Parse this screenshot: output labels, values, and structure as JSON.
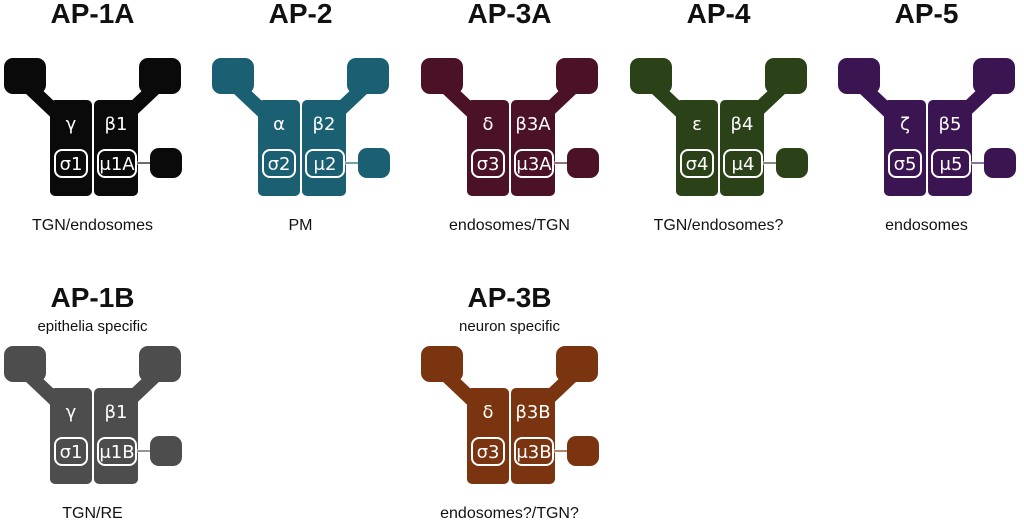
{
  "colors": {
    "black": "#0a0a0a",
    "teal": "#1b5f72",
    "maroon": "#4a1127",
    "olive": "#2b4219",
    "purple": "#3b1552",
    "gray": "#4d4d4d",
    "rust": "#7a3410",
    "outline": "#ffffff"
  },
  "complexes": [
    {
      "id": "ap1a",
      "name": "AP-1A",
      "large": "γ",
      "beta": "β1",
      "small": "σ1",
      "medium": "μ1A",
      "location": "TGN/endosomes",
      "color": "#0a0a0a"
    },
    {
      "id": "ap2",
      "name": "AP-2",
      "large": "α",
      "beta": "β2",
      "small": "σ2",
      "medium": "μ2",
      "location": "PM",
      "color": "#1b5f72"
    },
    {
      "id": "ap3a",
      "name": "AP-3A",
      "large": "δ",
      "beta": "β3A",
      "small": "σ3",
      "medium": "μ3A",
      "location": "endosomes/TGN",
      "color": "#4a1127"
    },
    {
      "id": "ap4",
      "name": "AP-4",
      "large": "ε",
      "beta": "β4",
      "small": "σ4",
      "medium": "μ4",
      "location": "TGN/endosomes?",
      "color": "#2b4219"
    },
    {
      "id": "ap5",
      "name": "AP-5",
      "large": "ζ",
      "beta": "β5",
      "small": "σ5",
      "medium": "μ5",
      "location": "endosomes",
      "color": "#3b1552"
    },
    {
      "id": "ap1b",
      "name": "AP-1B",
      "subtitle": "epithelia specific",
      "large": "γ",
      "beta": "β1",
      "small": "σ1",
      "medium": "μ1B",
      "location": "TGN/RE",
      "color": "#4d4d4d"
    },
    {
      "id": "ap3b",
      "name": "AP-3B",
      "subtitle": "neuron specific",
      "large": "δ",
      "beta": "β3B",
      "small": "σ3",
      "medium": "μ3B",
      "location": "endosomes?/TGN?",
      "color": "#7a3410"
    }
  ]
}
